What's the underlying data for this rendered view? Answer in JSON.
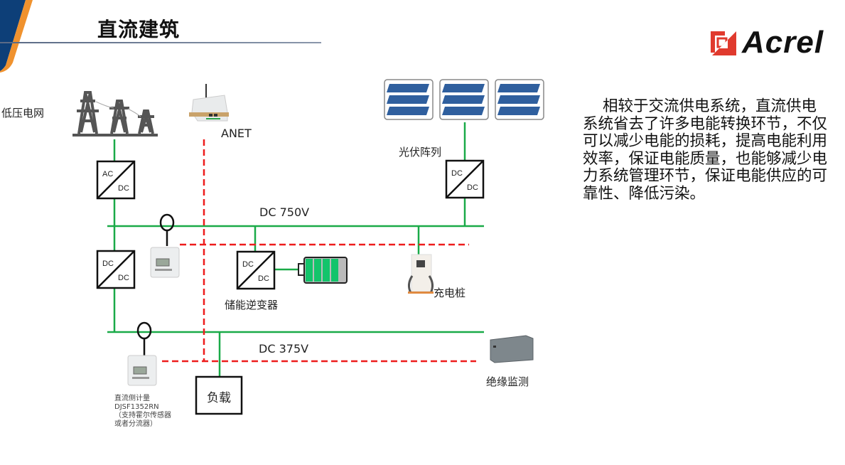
{
  "header": {
    "title": "直流建筑",
    "logo_text": "Acrel",
    "brand_colors": {
      "navy": "#0d3f78",
      "orange": "#f0922e",
      "logo_red": "#e03a2e"
    }
  },
  "description": "相较于交流供电系统，直流供电系统省去了许多电能转换环节，不仅可以减少电能的损耗，提高电能利用效率，保证电能质量，也能够减少电力系统管理环节，保证电能供应的可靠性、降低污染。",
  "diagram": {
    "colors": {
      "bus": "#1aaa48",
      "comm": "#ee1c1c",
      "battery": "#13c46b"
    },
    "labels": {
      "grid": "低压电网",
      "anet": "ANET",
      "pv_array": "光伏阵列",
      "bus_750": "DC 750V",
      "bus_375": "DC 375V",
      "storage_inverter": "储能逆变器",
      "charging_pile": "充电桩",
      "insulation_monitor": "绝缘监测",
      "load": "负载"
    },
    "converters": {
      "ac_dc": {
        "top": "AC",
        "bottom": "DC"
      },
      "pv_dc_dc": {
        "top": "DC",
        "bottom": "DC"
      },
      "bus_dc_dc": {
        "top": "DC",
        "bottom": "DC"
      },
      "storage_dc_dc": {
        "top": "DC",
        "bottom": "DC"
      }
    },
    "meter_note": [
      "直流侧计量",
      "DJSF1352RN",
      "（支持霍尔传感器",
      "或者分流器）"
    ]
  }
}
